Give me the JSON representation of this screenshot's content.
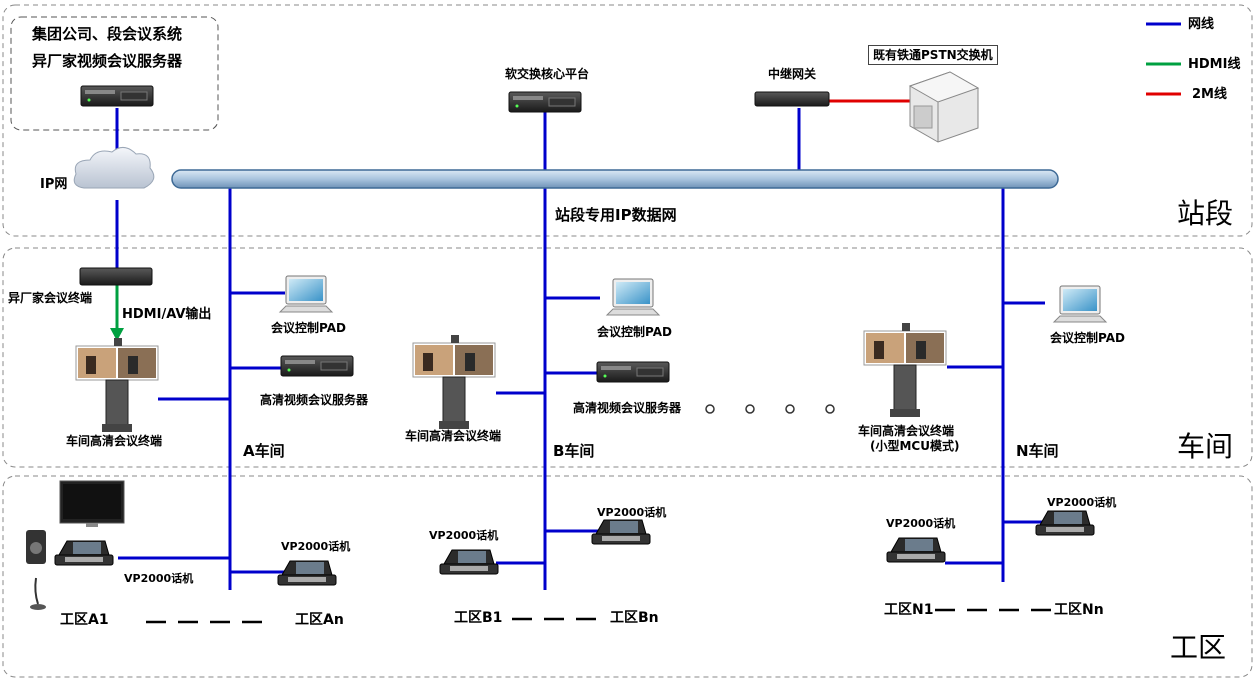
{
  "legend": {
    "network_line": "网线",
    "hdmi_line": "HDMI线",
    "2m_line": "2M线",
    "colors": {
      "network": "#0000cc",
      "hdmi": "#00a040",
      "2m": "#e00000"
    }
  },
  "station": {
    "vendor_title_line1": "集团公司、段会议系统",
    "vendor_title_line2": "异厂家视频会议服务器",
    "ip_cloud_label": "IP网",
    "softswitch_label": "软交换核心平台",
    "relay_gateway_label": "中继网关",
    "pstn_label": "既有铁通PSTN交换机",
    "backbone_label": "站段专用IP数据网",
    "section_label": "站段"
  },
  "workshop": {
    "section_label": "车间",
    "vendor_terminal_label": "异厂家会议终端",
    "hdmi_av_label": "HDMI/AV输出",
    "a": {
      "pad_label": "会议控制PAD",
      "server_label": "高清视频会议服务器",
      "terminal_label": "车间高清会议终端",
      "name": "A车间"
    },
    "b": {
      "pad_label": "会议控制PAD",
      "server_label": "高清视频会议服务器",
      "terminal_label": "车间高清会议终端",
      "name": "B车间"
    },
    "n": {
      "pad_label": "会议控制PAD",
      "terminal_label_line1": "车间高清会议终端",
      "terminal_label_line2": "(小型MCU模式)",
      "name": "N车间"
    }
  },
  "work_area": {
    "section_label": "工区",
    "a": {
      "phone1": "VP2000话机",
      "phone2": "VP2000话机",
      "start": "工区A1",
      "end": "工区An"
    },
    "b": {
      "phone1": "VP2000话机",
      "phone2": "VP2000话机",
      "start": "工区B1",
      "end": "工区Bn"
    },
    "n": {
      "phone1": "VP2000话机",
      "phone2": "VP2000话机",
      "start": "工区N1",
      "end": "工区Nn"
    }
  }
}
